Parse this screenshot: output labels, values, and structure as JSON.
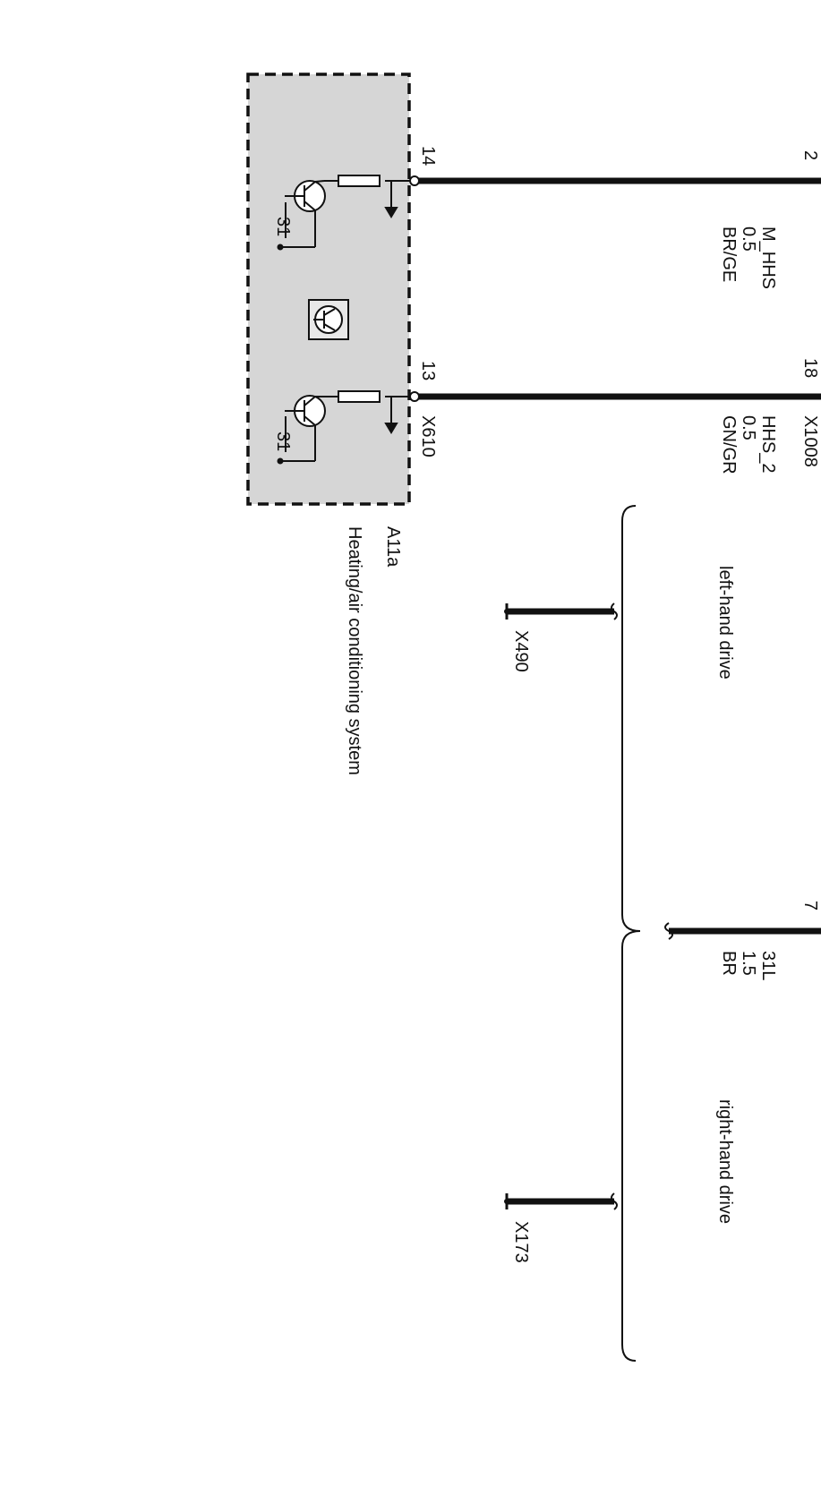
{
  "colors": {
    "wire": "#111111",
    "module_fill": "#d6d6d6",
    "module_border": "#111111",
    "background": "#ffffff"
  },
  "module": {
    "id": "A11a",
    "name": "Heating/air conditioning system",
    "ground_label": "31",
    "connector": "X610",
    "pin_a": "14",
    "pin_b": "13",
    "center_icon": "transistor-symbol-icon"
  },
  "wires": [
    {
      "connector_pin": "2",
      "name": "M_HHS",
      "gauge": "0.5",
      "color": "BR/GE"
    },
    {
      "connector_pin": "18",
      "connector": "X1008",
      "name": "HHS_2",
      "gauge": "0.5",
      "color": "GN/GR"
    },
    {
      "connector_pin": "7",
      "name": "31L",
      "gauge": "1.5",
      "color": "BR"
    }
  ],
  "variants": [
    {
      "label": "left-hand drive",
      "ground_point": "X490"
    },
    {
      "label": "right-hand drive",
      "ground_point": "X173"
    }
  ]
}
